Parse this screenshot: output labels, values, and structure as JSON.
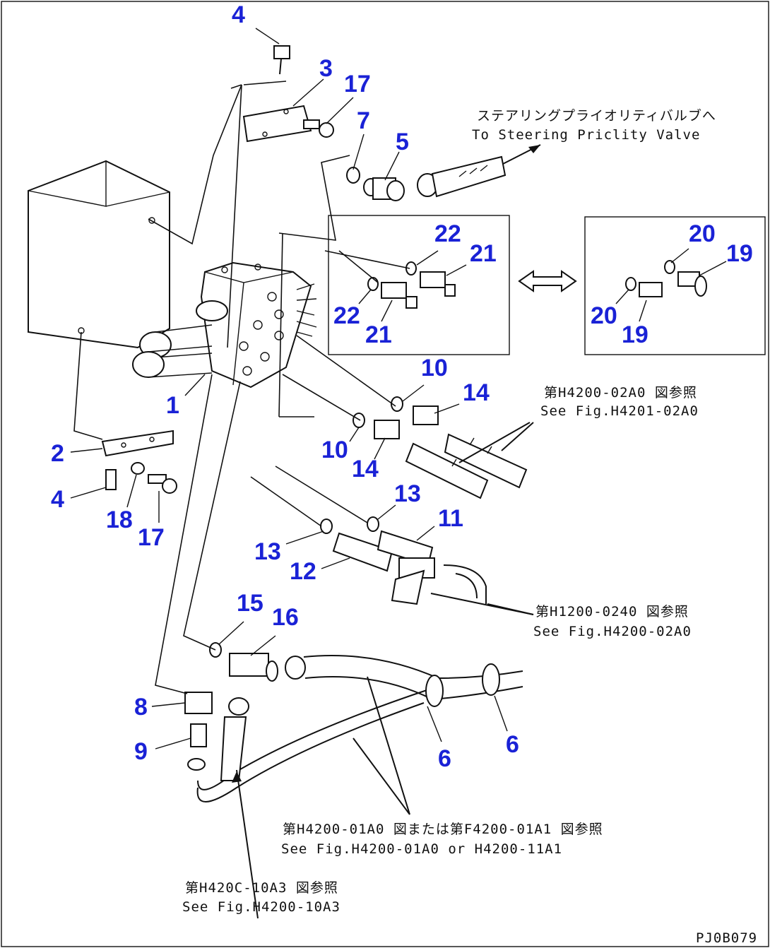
{
  "callouts": [
    {
      "id": "c4a",
      "num": "4"
    },
    {
      "id": "c3",
      "num": "3"
    },
    {
      "id": "c17a",
      "num": "17"
    },
    {
      "id": "c7",
      "num": "7"
    },
    {
      "id": "c5",
      "num": "5"
    },
    {
      "id": "c22a",
      "num": "22"
    },
    {
      "id": "c21a",
      "num": "21"
    },
    {
      "id": "c22b",
      "num": "22"
    },
    {
      "id": "c21b",
      "num": "21"
    },
    {
      "id": "c20a",
      "num": "20"
    },
    {
      "id": "c19a",
      "num": "19"
    },
    {
      "id": "c20b",
      "num": "20"
    },
    {
      "id": "c19b",
      "num": "19"
    },
    {
      "id": "c1",
      "num": "1"
    },
    {
      "id": "c10a",
      "num": "10"
    },
    {
      "id": "c14a",
      "num": "14"
    },
    {
      "id": "c10b",
      "num": "10"
    },
    {
      "id": "c14b",
      "num": "14"
    },
    {
      "id": "c2",
      "num": "2"
    },
    {
      "id": "c4b",
      "num": "4"
    },
    {
      "id": "c18",
      "num": "18"
    },
    {
      "id": "c17b",
      "num": "17"
    },
    {
      "id": "c13a",
      "num": "13"
    },
    {
      "id": "c11",
      "num": "11"
    },
    {
      "id": "c13b",
      "num": "13"
    },
    {
      "id": "c12",
      "num": "12"
    },
    {
      "id": "c15",
      "num": "15"
    },
    {
      "id": "c16",
      "num": "16"
    },
    {
      "id": "c8",
      "num": "8"
    },
    {
      "id": "c9",
      "num": "9"
    },
    {
      "id": "c6a",
      "num": "6"
    },
    {
      "id": "c6b",
      "num": "6"
    }
  ],
  "notes": {
    "steering_jp": "ステアリングプライオリティバルブへ",
    "steering_en": "To Steering Priclity Valve",
    "ref1_jp": "第H4200-02A0 図参照",
    "ref1_en": "See Fig.H4201-02A0",
    "ref2_jp": "第H1200-0240 図参照",
    "ref2_en": "See Fig.H4200-02A0",
    "ref3_jp": "第H4200-01A0 図または第F4200-01A1 図参照",
    "ref3_en": "See Fig.H4200-01A0 or H4200-11A1",
    "ref4_jp": "第H420C-10A3 図参照",
    "ref4_en": "See Fig.H4200-10A3",
    "drawing_code": "PJ0B079"
  }
}
